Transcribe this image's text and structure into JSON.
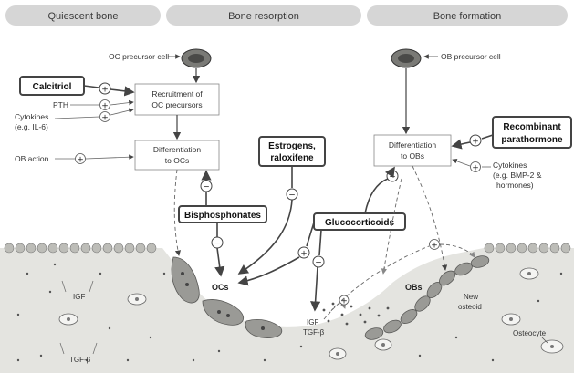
{
  "headers": {
    "quiescent": "Quiescent bone",
    "resorption": "Bone resorption",
    "formation": "Bone formation"
  },
  "labels": {
    "oc_precursor": "OC precursor cell",
    "ob_precursor": "OB precursor cell",
    "calcitriol": "Calcitriol",
    "pth": "PTH",
    "cytokines_left_1": "Cytokines",
    "cytokines_left_2": "(e.g. IL-6)",
    "ob_action": "OB action",
    "recruitment_1": "Recruitment of",
    "recruitment_2": "OC precursors",
    "diff_oc_1": "Differentiation",
    "diff_oc_2": "to OCs",
    "diff_ob_1": "Differentiation",
    "diff_ob_2": "to OBs",
    "estrogens_1": "Estrogens,",
    "estrogens_2": "raloxifene",
    "recombinant_1": "Recombinant",
    "recombinant_2": "parathormone",
    "cytokines_right_1": "Cytokines",
    "cytokines_right_2": "(e.g. BMP-2 &",
    "cytokines_right_3": "hormones)",
    "bisphosphonates": "Bisphosphonates",
    "glucocorticoids": "Glucocorticoids",
    "ocs": "OCs",
    "obs": "OBs",
    "new_osteoid_1": "New",
    "new_osteoid_2": "osteoid",
    "osteocyte": "Osteocyte",
    "igf_left": "IGF",
    "tgf_left": "TGF-β",
    "igf_mid": "IGF",
    "tgf_mid": "TGF-β"
  },
  "signs": {
    "plus": "+",
    "minus": "−"
  },
  "colors": {
    "bone": "#e4e4e0",
    "cell_fill": "#9a9a96",
    "cell_dark": "#5a5a58",
    "header_bg": "#d6d6d6",
    "drug_border": "#444444"
  }
}
